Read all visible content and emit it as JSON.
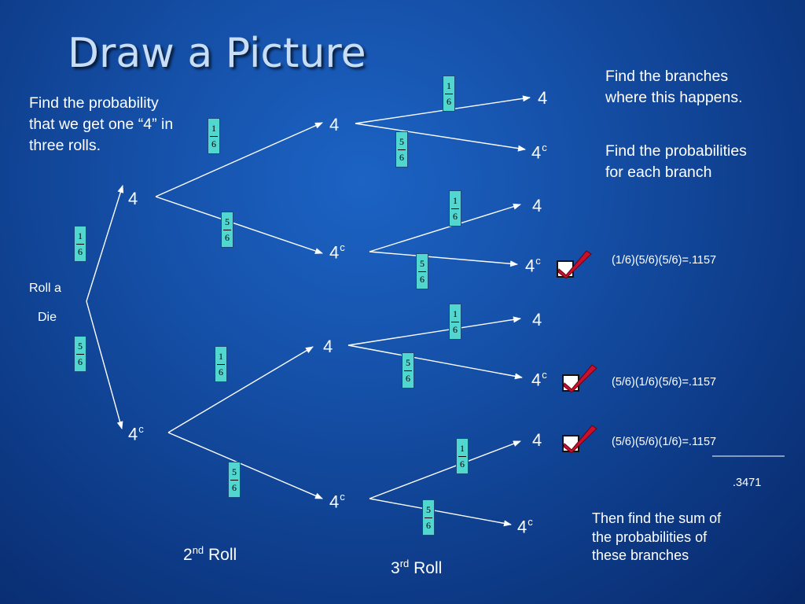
{
  "title": "Draw a Picture",
  "left_text": "Find the probability that we get one “4” in three rolls.",
  "right_text_1": "Find the branches where this happens.",
  "right_text_2": "Find the probabilities for each branch",
  "bottom_right_text": "Then find the sum of the probabilities of these branches",
  "roll_label": {
    "line1": "Roll a",
    "line2": "Die"
  },
  "roll2": {
    "num": "2",
    "sup": "nd",
    "word": "Roll"
  },
  "roll3": {
    "num": "3",
    "sup": "rd",
    "word": "Roll"
  },
  "node_four": "4",
  "node_not_four": {
    "base": "4",
    "sup": "c"
  },
  "prob_one_sixth": {
    "num": "1",
    "den": "6"
  },
  "prob_five_sixths": {
    "num": "5",
    "den": "6"
  },
  "branch_calcs": [
    "(1/6)(5/6)(5/6)=.1157",
    "(5/6)(1/6)(5/6)=.1157",
    "(5/6)(5/6)(1/6)=.1157"
  ],
  "sum_value": ".3471",
  "colors": {
    "background": "#1550a8",
    "fraction_box": "#52d6d0",
    "check_red": "#c8102e",
    "title": "#c8ddf6"
  },
  "icons": [
    "check-mark-icon"
  ]
}
